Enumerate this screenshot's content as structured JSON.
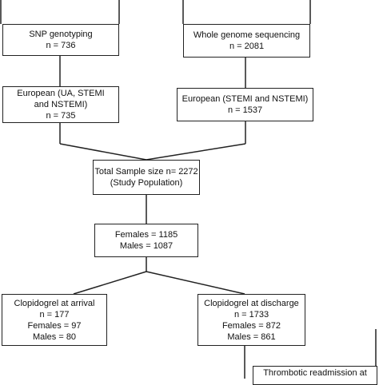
{
  "flowchart": {
    "snp_box": [
      "SNP genotyping",
      "n = 736"
    ],
    "wgs_box": [
      "Whole genome sequencing",
      "n = 2081"
    ],
    "european_snp_box": [
      "European (UA, STEMI",
      "and NSTEMI)",
      "n = 735"
    ],
    "european_wgs_box": [
      "European (STEMI and NSTEMI)",
      "n = 1537"
    ],
    "total_box": [
      "Total Sample size n= 2272",
      "(Study Population)"
    ],
    "sex_box": [
      "Females = 1185",
      "Males = 1087"
    ],
    "arrival_box": [
      "Clopidogrel at arrival",
      "n = 177",
      "Females = 97",
      "Males = 80"
    ],
    "discharge_box": [
      "Clopidogrel at discharge",
      "n = 1733",
      "Females = 872",
      "Males = 861"
    ],
    "readmission_box": [
      "Thrombotic readmission at"
    ]
  }
}
